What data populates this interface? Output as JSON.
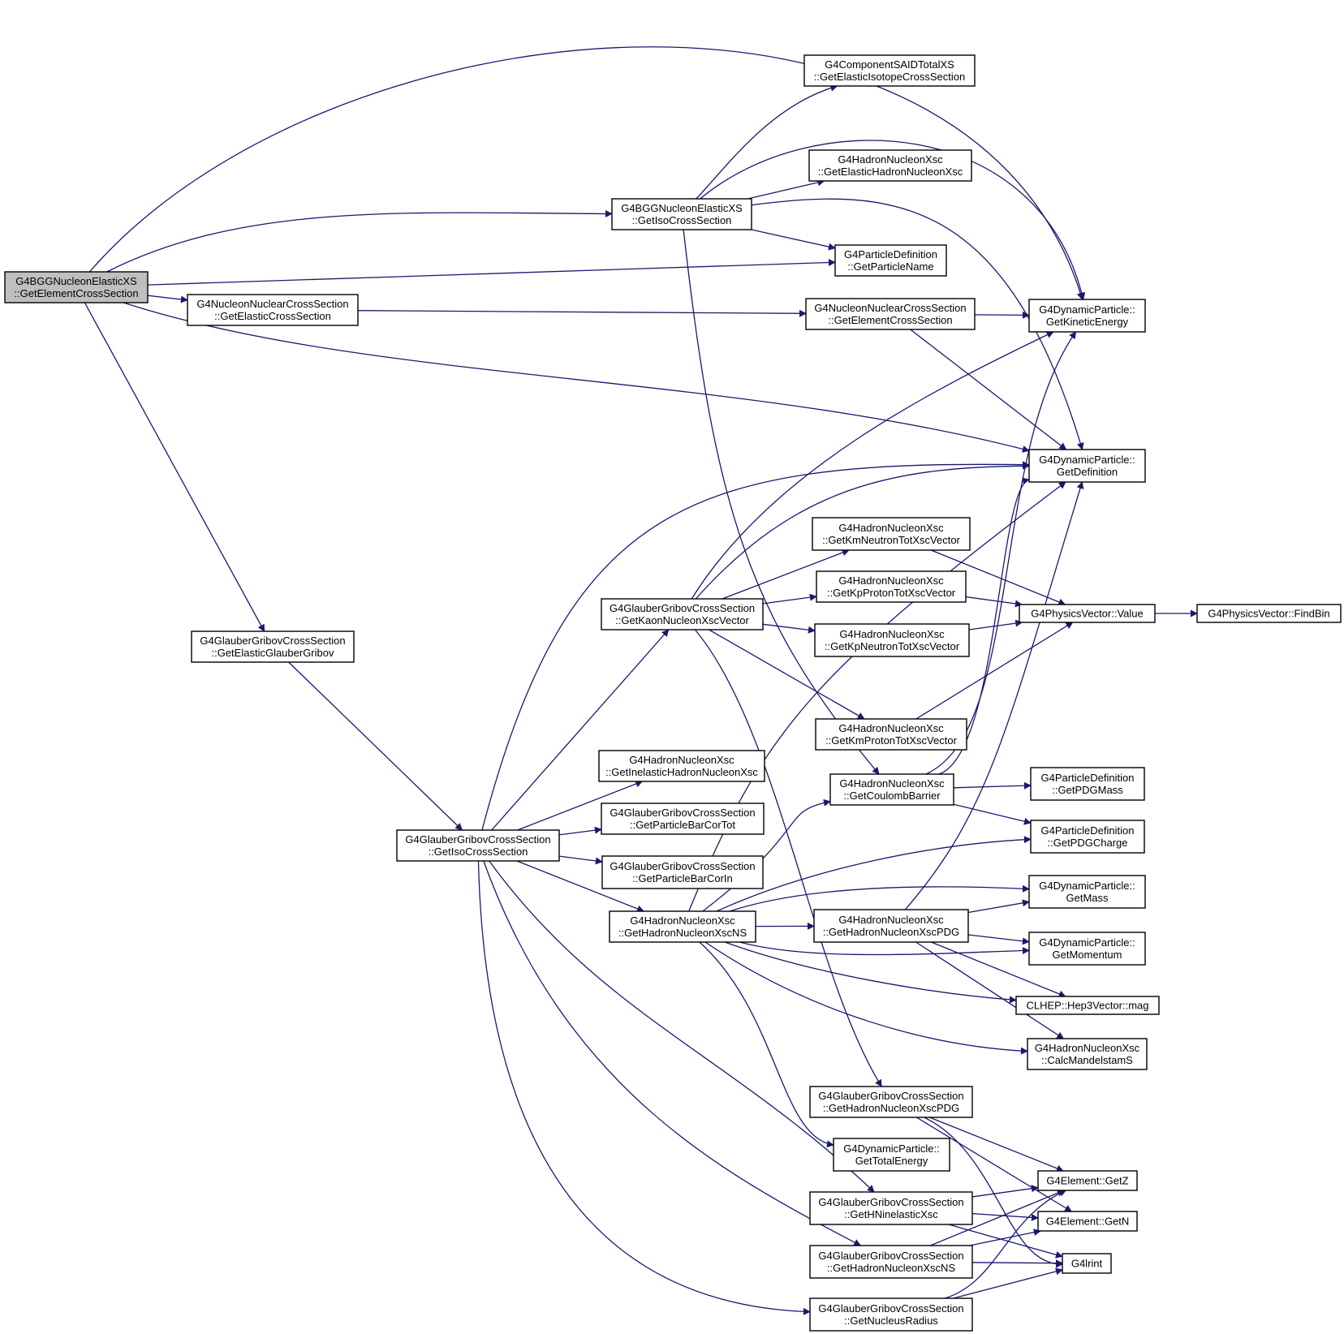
{
  "colors": {
    "edge": "#191970",
    "node_border": "#000000",
    "root_fill": "#bfbfbf",
    "node_fill": "#ffffff"
  },
  "nodes": [
    {
      "id": "root",
      "lines": [
        "G4BGGNucleonElasticXS",
        "::GetElementCrossSection"
      ]
    },
    {
      "id": "saidIso",
      "lines": [
        "G4ComponentSAIDTotalXS",
        "::GetElasticIsotopeCrossSection"
      ]
    },
    {
      "id": "hnElastic",
      "lines": [
        "G4HadronNucleonXsc",
        "::GetElasticHadronNucleonXsc"
      ]
    },
    {
      "id": "bggIso",
      "lines": [
        "G4BGGNucleonElasticXS",
        "::GetIsoCrossSection"
      ]
    },
    {
      "id": "partName",
      "lines": [
        "G4ParticleDefinition",
        "::GetParticleName"
      ]
    },
    {
      "id": "nnElastic",
      "lines": [
        "G4NucleonNuclearCrossSection",
        "::GetElasticCrossSection"
      ]
    },
    {
      "id": "nnElement",
      "lines": [
        "G4NucleonNuclearCrossSection",
        "::GetElementCrossSection"
      ]
    },
    {
      "id": "kinE",
      "lines": [
        "G4DynamicParticle::",
        "GetKineticEnergy"
      ]
    },
    {
      "id": "getDef",
      "lines": [
        "G4DynamicParticle::",
        "GetDefinition"
      ]
    },
    {
      "id": "kmNeutron",
      "lines": [
        "G4HadronNucleonXsc",
        "::GetKmNeutronTotXscVector"
      ]
    },
    {
      "id": "kpProton",
      "lines": [
        "G4HadronNucleonXsc",
        "::GetKpProtonTotXscVector"
      ]
    },
    {
      "id": "kaonVec",
      "lines": [
        "G4GlauberGribovCrossSection",
        "::GetKaonNucleonXscVector"
      ]
    },
    {
      "id": "pvValue",
      "lines": [
        "G4PhysicsVector::Value"
      ]
    },
    {
      "id": "pvFindBin",
      "lines": [
        "G4PhysicsVector::FindBin"
      ]
    },
    {
      "id": "kpNeutron",
      "lines": [
        "G4HadronNucleonXsc",
        "::GetKpNeutronTotXscVector"
      ]
    },
    {
      "id": "ggElastic",
      "lines": [
        "G4GlauberGribovCrossSection",
        "::GetElasticGlauberGribov"
      ]
    },
    {
      "id": "kmProton",
      "lines": [
        "G4HadronNucleonXsc",
        "::GetKmProtonTotXscVector"
      ]
    },
    {
      "id": "hnInelastic",
      "lines": [
        "G4HadronNucleonXsc",
        "::GetInelasticHadronNucleonXsc"
      ]
    },
    {
      "id": "coulomb",
      "lines": [
        "G4HadronNucleonXsc",
        "::GetCoulombBarrier"
      ]
    },
    {
      "id": "pdgMass",
      "lines": [
        "G4ParticleDefinition",
        "::GetPDGMass"
      ]
    },
    {
      "id": "barCorTot",
      "lines": [
        "G4GlauberGribovCrossSection",
        "::GetParticleBarCorTot"
      ]
    },
    {
      "id": "ggIso",
      "lines": [
        "G4GlauberGribovCrossSection",
        "::GetIsoCrossSection"
      ]
    },
    {
      "id": "pdgCharge",
      "lines": [
        "G4ParticleDefinition",
        "::GetPDGCharge"
      ]
    },
    {
      "id": "barCorIn",
      "lines": [
        "G4GlauberGribovCrossSection",
        "::GetParticleBarCorIn"
      ]
    },
    {
      "id": "getMass",
      "lines": [
        "G4DynamicParticle::",
        "GetMass"
      ]
    },
    {
      "id": "hnNS",
      "lines": [
        "G4HadronNucleonXsc",
        "::GetHadronNucleonXscNS"
      ]
    },
    {
      "id": "hnPDG",
      "lines": [
        "G4HadronNucleonXsc",
        "::GetHadronNucleonXscPDG"
      ]
    },
    {
      "id": "getMomentum",
      "lines": [
        "G4DynamicParticle::",
        "GetMomentum"
      ]
    },
    {
      "id": "hep3mag",
      "lines": [
        "CLHEP::Hep3Vector::mag"
      ]
    },
    {
      "id": "mandelstam",
      "lines": [
        "G4HadronNucleonXsc",
        "::CalcMandelstamS"
      ]
    },
    {
      "id": "ggPDG",
      "lines": [
        "G4GlauberGribovCrossSection",
        "::GetHadronNucleonXscPDG"
      ]
    },
    {
      "id": "totalE",
      "lines": [
        "G4DynamicParticle::",
        "GetTotalEnergy"
      ]
    },
    {
      "id": "getZ",
      "lines": [
        "G4Element::GetZ"
      ]
    },
    {
      "id": "hnInel",
      "lines": [
        "G4GlauberGribovCrossSection",
        "::GetHNinelasticXsc"
      ]
    },
    {
      "id": "getN",
      "lines": [
        "G4Element::GetN"
      ]
    },
    {
      "id": "ggNS",
      "lines": [
        "G4GlauberGribovCrossSection",
        "::GetHadronNucleonXscNS"
      ]
    },
    {
      "id": "g4lrint",
      "lines": [
        "G4lrint"
      ]
    },
    {
      "id": "nucRadius",
      "lines": [
        "G4GlauberGribovCrossSection",
        "::GetNucleusRadius"
      ]
    }
  ]
}
